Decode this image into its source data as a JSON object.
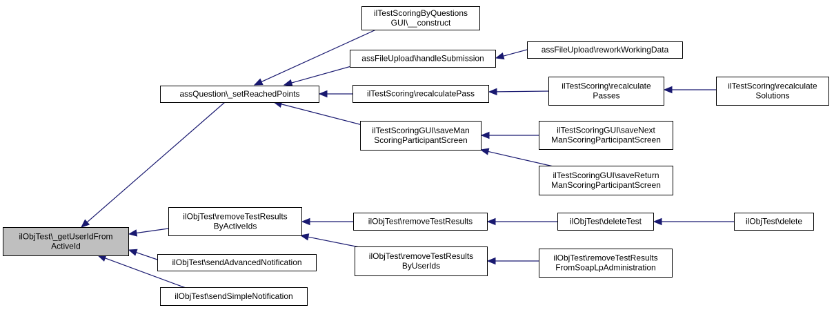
{
  "colors": {
    "edge": "#191970",
    "root_fill": "#bfbfbf",
    "node_fill": "#ffffff",
    "node_border": "#000000"
  },
  "nodes": [
    {
      "id": "root",
      "lines": [
        "ilObjTest\\_getUserIdFrom",
        "ActiveId"
      ]
    },
    {
      "id": "setReachedPoints",
      "lines": [
        "assQuestion\\_setReachedPoints"
      ]
    },
    {
      "id": "removeTestResultsByActiveIds",
      "lines": [
        "ilObjTest\\removeTestResults",
        "ByActiveIds"
      ]
    },
    {
      "id": "sendAdvancedNotification",
      "lines": [
        "ilObjTest\\sendAdvancedNotification"
      ]
    },
    {
      "id": "sendSimpleNotification",
      "lines": [
        "ilObjTest\\sendSimpleNotification"
      ]
    },
    {
      "id": "scoringByQuestionsConstruct",
      "lines": [
        "ilTestScoringByQuestions",
        "GUI\\__construct"
      ]
    },
    {
      "id": "handleSubmission",
      "lines": [
        "assFileUpload\\handleSubmission"
      ]
    },
    {
      "id": "recalculatePass",
      "lines": [
        "ilTestScoring\\recalculatePass"
      ]
    },
    {
      "id": "saveManScoring",
      "lines": [
        "ilTestScoringGUI\\saveMan",
        "ScoringParticipantScreen"
      ]
    },
    {
      "id": "removeTestResults",
      "lines": [
        "ilObjTest\\removeTestResults"
      ]
    },
    {
      "id": "removeTestResultsByUserIds",
      "lines": [
        "ilObjTest\\removeTestResults",
        "ByUserIds"
      ]
    },
    {
      "id": "reworkWorkingData",
      "lines": [
        "assFileUpload\\reworkWorkingData"
      ]
    },
    {
      "id": "recalculatePasses",
      "lines": [
        "ilTestScoring\\recalculate",
        "Passes"
      ]
    },
    {
      "id": "saveNextMan",
      "lines": [
        "ilTestScoringGUI\\saveNext",
        "ManScoringParticipantScreen"
      ]
    },
    {
      "id": "saveReturnMan",
      "lines": [
        "ilTestScoringGUI\\saveReturn",
        "ManScoringParticipantScreen"
      ]
    },
    {
      "id": "deleteTest",
      "lines": [
        "ilObjTest\\deleteTest"
      ]
    },
    {
      "id": "removeTestResultsFromSoap",
      "lines": [
        "ilObjTest\\removeTestResults",
        "FromSoapLpAdministration"
      ]
    },
    {
      "id": "recalculateSolutions",
      "lines": [
        "ilTestScoring\\recalculate",
        "Solutions"
      ]
    },
    {
      "id": "delete",
      "lines": [
        "ilObjTest\\delete"
      ]
    }
  ],
  "edges": [
    {
      "from": "setReachedPoints",
      "to": "root"
    },
    {
      "from": "removeTestResultsByActiveIds",
      "to": "root"
    },
    {
      "from": "sendAdvancedNotification",
      "to": "root"
    },
    {
      "from": "sendSimpleNotification",
      "to": "root"
    },
    {
      "from": "scoringByQuestionsConstruct",
      "to": "setReachedPoints"
    },
    {
      "from": "handleSubmission",
      "to": "setReachedPoints"
    },
    {
      "from": "recalculatePass",
      "to": "setReachedPoints"
    },
    {
      "from": "saveManScoring",
      "to": "setReachedPoints"
    },
    {
      "from": "removeTestResults",
      "to": "removeTestResultsByActiveIds"
    },
    {
      "from": "removeTestResultsByUserIds",
      "to": "removeTestResultsByActiveIds"
    },
    {
      "from": "reworkWorkingData",
      "to": "handleSubmission"
    },
    {
      "from": "recalculatePasses",
      "to": "recalculatePass"
    },
    {
      "from": "saveNextMan",
      "to": "saveManScoring"
    },
    {
      "from": "saveReturnMan",
      "to": "saveManScoring"
    },
    {
      "from": "deleteTest",
      "to": "removeTestResults"
    },
    {
      "from": "removeTestResultsFromSoap",
      "to": "removeTestResultsByUserIds"
    },
    {
      "from": "recalculateSolutions",
      "to": "recalculatePasses"
    },
    {
      "from": "delete",
      "to": "deleteTest"
    }
  ]
}
